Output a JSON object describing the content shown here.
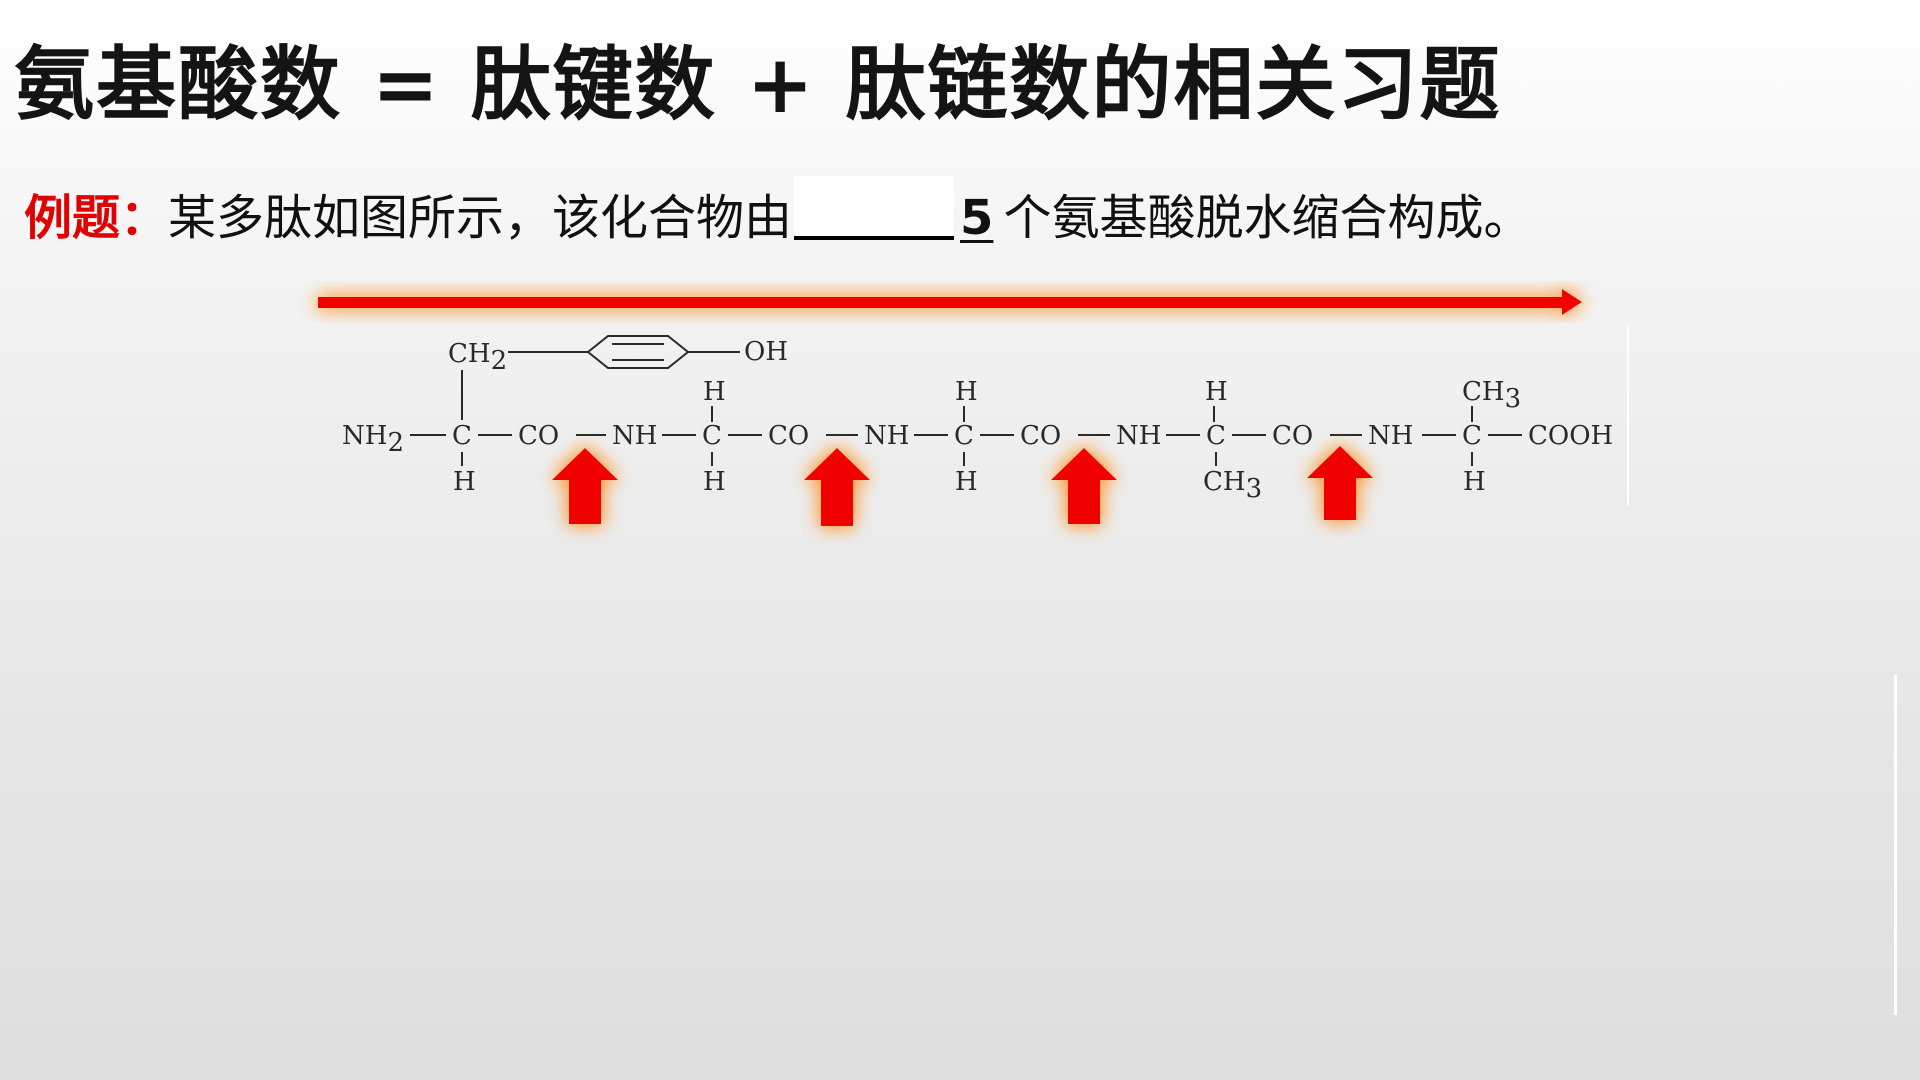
{
  "slide": {
    "title": "氨基酸数 = 肽键数 + 肽链数的相关习题"
  },
  "question": {
    "label": "例题：",
    "text_before": "某多肽如图所示，该化合物由",
    "answer": "5",
    "text_after": " 个氨基酸脱水缩合构成。"
  },
  "colors": {
    "accent_red": "#e00000",
    "arrow_red": "#f00000",
    "glow": "#ff9a3c"
  },
  "structure": {
    "side_top": {
      "ch": "CH",
      "ch_sub": "2",
      "oh": "OH"
    },
    "r3_top": {
      "c": "CH",
      "sub": "3"
    },
    "r4_bottom": {
      "c": "CH",
      "sub": "3"
    },
    "h_top": [
      "H",
      "H",
      "H"
    ],
    "h_bottom": [
      "H",
      "H",
      "H",
      "H"
    ],
    "n_term": {
      "nh": "NH",
      "sub": "2"
    },
    "alpha_c": [
      "C",
      "C",
      "C",
      "C",
      "C"
    ],
    "co": [
      "CO",
      "CO",
      "CO",
      "CO"
    ],
    "nh": [
      "NH",
      "NH",
      "NH",
      "NH"
    ],
    "c_term": "COOH"
  },
  "peptide_bond_arrows": 4,
  "icons": {
    "direction_arrow": "long-right-arrow-icon",
    "bond_marker": "up-arrow-icon"
  }
}
